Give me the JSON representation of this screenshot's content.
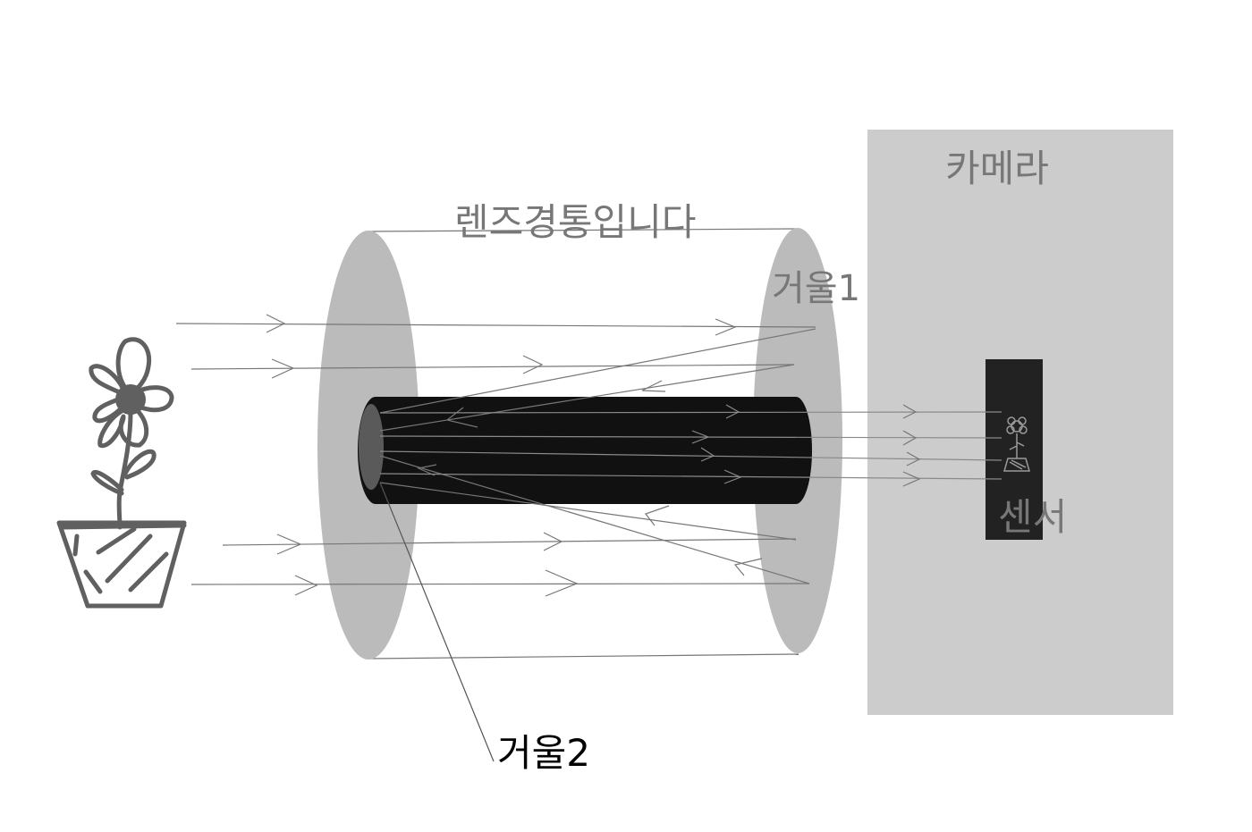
{
  "labels": {
    "camera": "카메라",
    "lens_barrel": "렌즈경통입니다",
    "mirror1": "거울1",
    "mirror2": "거울2",
    "sensor": "센서"
  },
  "colors": {
    "camera_body": "#cccccc",
    "lens_disc": "#bbbbbb",
    "inner_tube": "#111111",
    "mirror2_fill": "#5a5a5a",
    "sensor": "#222222",
    "rays": "#777777",
    "flower": "#606060"
  },
  "icons": {
    "object": "flower-pot-icon",
    "image_on_sensor": "inverted-flower-icon"
  }
}
